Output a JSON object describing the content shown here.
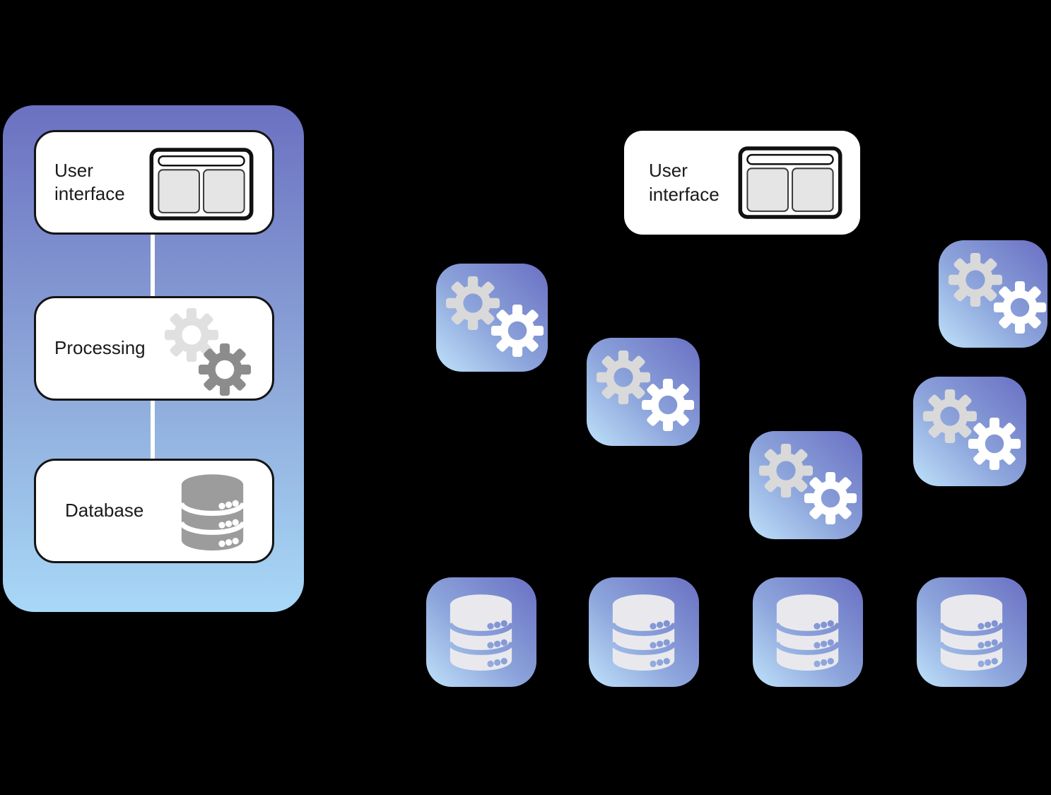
{
  "monolith": {
    "layers": [
      {
        "label": "User interface",
        "icon": "browser-window-icon"
      },
      {
        "label": "Processing",
        "icon": "gears-icon"
      },
      {
        "label": "Database",
        "icon": "database-icon"
      }
    ]
  },
  "microservices": {
    "user_interface": {
      "label": "User interface",
      "icon": "browser-window-icon"
    },
    "service_tile_icon": "gears-icon",
    "service_tile_count": 5,
    "database_tile_icon": "database-icon",
    "database_tile_count": 4
  },
  "colors": {
    "background": "#000000",
    "panel_gradient_top": "#6b71c1",
    "panel_gradient_bottom": "#a8d8f7",
    "tile_gradient_light": "#bfe2fa",
    "tile_gradient_dark": "#6a70c3",
    "box_fill": "#ffffff",
    "box_border": "#141414",
    "text": "#1a1a1a",
    "connector": "#ffffff",
    "gear_light": "#e0e0e0",
    "gear_dark": "#8c8c8c",
    "gear_tile_big": "#d9d9d9",
    "gear_tile_small": "#ffffff",
    "db_monolith": "#9c9c9c",
    "db_tile": "#e9e9ed",
    "browser_panel_fill": "#e5e5e5"
  }
}
